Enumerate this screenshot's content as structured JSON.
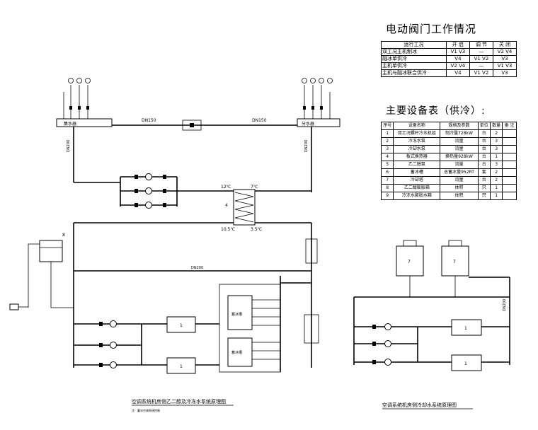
{
  "valve_table": {
    "title": "电动阀门工作情况",
    "headers": [
      "运行工况",
      "开 启",
      "调 节",
      "关 闭"
    ],
    "rows": [
      [
        "双工况主机制冰",
        "V1 V3",
        "—",
        "V2 V4"
      ],
      [
        "融冰单供冷",
        "V4",
        "V1 V2",
        "V3"
      ],
      [
        "主机单供冷",
        "V2 V4",
        "—",
        "V1 V3"
      ],
      [
        "主机与融冰联合供冷",
        "V4",
        "V1 V2",
        "V3"
      ]
    ]
  },
  "equipment_table": {
    "title": "主要设备表（供冷）:",
    "headers": [
      "序号",
      "设备名称",
      "规格及参数",
      "单位",
      "数量",
      "备 注"
    ],
    "rows": [
      [
        "1",
        "双工况螺杆冷水机组",
        "制冷量728kW",
        "台",
        "2",
        ""
      ],
      [
        "2",
        "冷冻水泵",
        "流量",
        "台",
        "3",
        ""
      ],
      [
        "3",
        "冷却水泵",
        "流量",
        "台",
        "3",
        ""
      ],
      [
        "4",
        "板式换热器",
        "换热量928kW",
        "台",
        "1",
        ""
      ],
      [
        "5",
        "乙二醇泵",
        "流量",
        "台",
        "3",
        ""
      ],
      [
        "6",
        "蓄冰槽",
        "总蓄冰量952RT",
        "套",
        "2",
        ""
      ],
      [
        "7",
        "冷却塔",
        "流量",
        "台",
        "2",
        ""
      ],
      [
        "8",
        "乙二醇膨胀箱",
        "体积",
        "只",
        "1",
        ""
      ],
      [
        "9",
        "冷冻水膨胀水箱",
        "体积",
        "只",
        "1",
        ""
      ]
    ]
  },
  "left_diagram": {
    "caption": "空调系统机房侧乙二醇及冷冻水系统原理图",
    "note1": "注：蓄冰空调系统控制",
    "note2": "",
    "collector": "集水器",
    "distributor": "分水器",
    "pipe_dn150": "DN150",
    "pipe_dn200": "DN200",
    "hx_label": "4",
    "tank_label": "8",
    "chiller_label": "1",
    "storage_label": "蓄冰槽",
    "temp_in": "12℃",
    "temp_out": "7℃",
    "temp_b1": "10.5℃",
    "temp_b2": "3.5℃"
  },
  "right_diagram": {
    "caption": "空调系统机房侧冷却水系统原理图",
    "tower_label": "7",
    "chiller_label": "1",
    "pipe_dn200": "DN200"
  }
}
